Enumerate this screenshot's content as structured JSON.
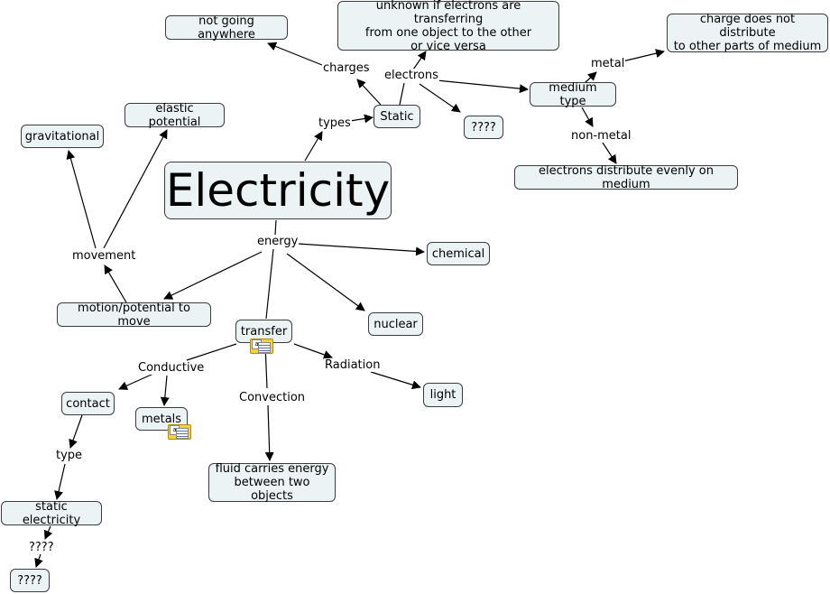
{
  "nodes": {
    "electricity": "Electricity",
    "not_going_anywhere": "not going anywhere",
    "unknown_transfer": "unknown if electrons are transferring\nfrom one object to the other\nor vice versa",
    "charge_not_distribute": "charge does not distribute\nto other parts of medium",
    "static": "Static",
    "question_top": "????",
    "medium_type": "medium type",
    "electrons_distribute": "electrons distribute evenly on medium",
    "gravitational": "gravitational",
    "elastic_potential": "elastic potential",
    "chemical": "chemical",
    "motion_potential": "motion/potential to move",
    "nuclear": "nuclear",
    "transfer": "transfer",
    "contact": "contact",
    "metals": "metals",
    "light": "light",
    "fluid_carries": "fluid carries energy\nbetween two objects",
    "static_electricity": "static electricity",
    "question_bottom": "????"
  },
  "phrases": {
    "charges": "charges",
    "electrons": "electrons",
    "types": "types",
    "metal": "metal",
    "non_metal": "non-metal",
    "energy": "energy",
    "movement": "movement",
    "conductive": "Conductive",
    "convection": "Convection",
    "radiation": "Radiation",
    "type": "type",
    "unknown_link": "????"
  },
  "icons": {
    "note": "note-attachment-icon"
  },
  "colors": {
    "node_fill": "#ecf3f4",
    "node_border": "#3c3c3c",
    "line": "#000000",
    "note_icon": "#f5d33c"
  }
}
